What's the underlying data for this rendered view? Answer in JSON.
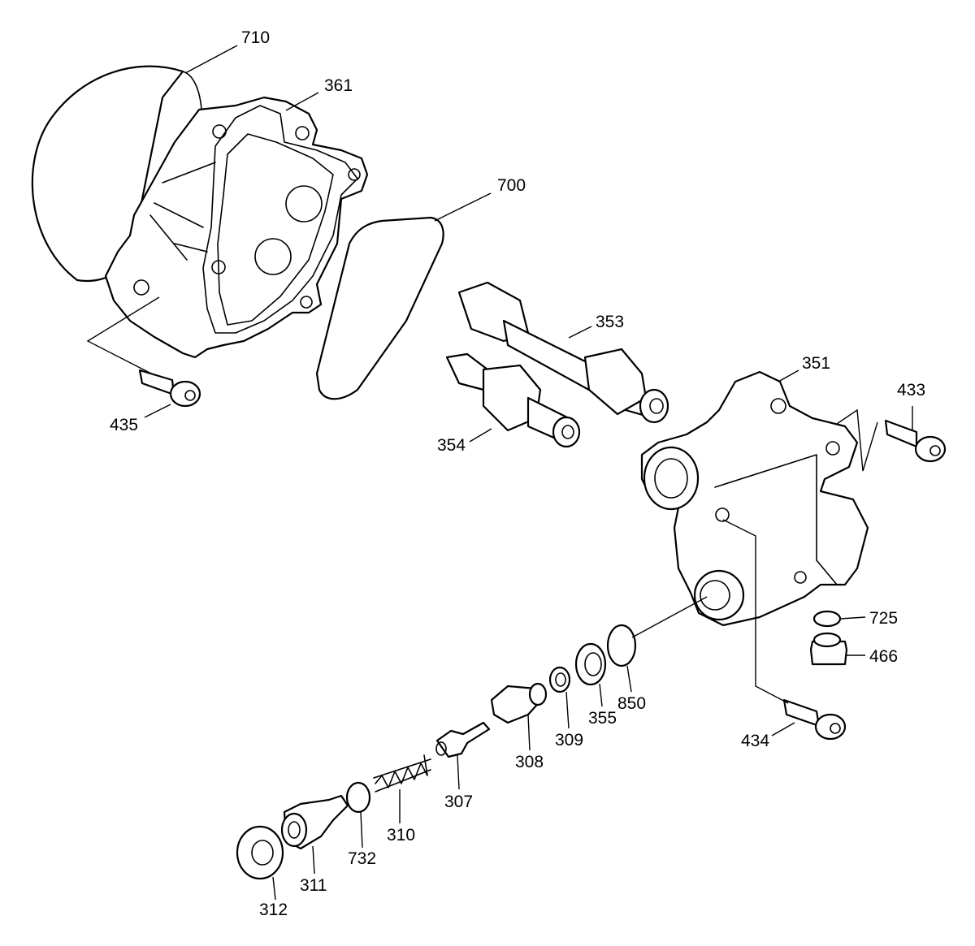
{
  "diagram": {
    "type": "exploded-parts-view",
    "labels": {
      "p710": "710",
      "p361": "361",
      "p700": "700",
      "p435": "435",
      "p353": "353",
      "p354": "354",
      "p351": "351",
      "p433": "433",
      "p725": "725",
      "p466": "466",
      "p850": "850",
      "p355": "355",
      "p309": "309",
      "p308": "308",
      "p434": "434",
      "p307": "307",
      "p310": "310",
      "p732": "732",
      "p311": "311",
      "p312": "312"
    },
    "colors": {
      "line": "#000000",
      "background": "#ffffff"
    }
  }
}
